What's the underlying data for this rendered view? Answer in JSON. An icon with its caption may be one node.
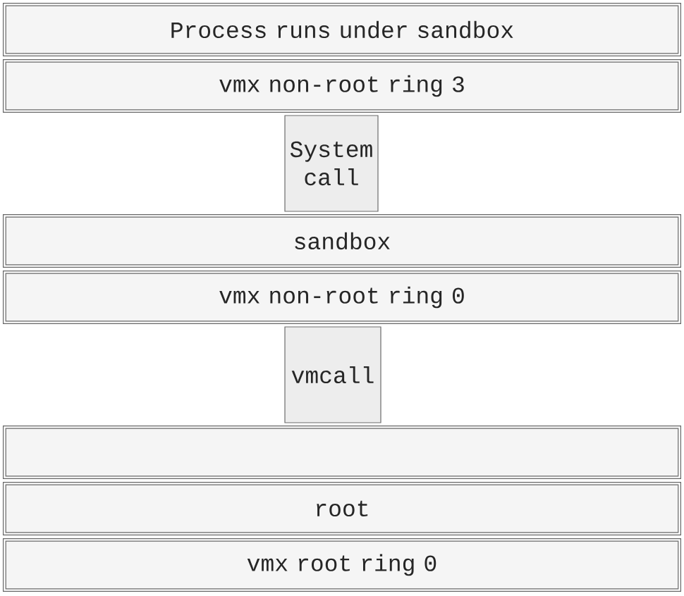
{
  "diagram": {
    "nodes": [
      {
        "text": [
          "Process runs under sandbox"
        ]
      },
      {
        "text": [
          "vmx non-root ring 3"
        ]
      },
      {
        "text": [
          "System call"
        ]
      },
      {
        "text": [
          "sandbox"
        ]
      },
      {
        "text": [
          "vmx non-root ring 0"
        ]
      },
      {
        "text": [
          "vmcall"
        ]
      },
      {
        "text": [],
        "shape": "box"
      },
      {
        "text": [
          "root"
        ]
      },
      {
        "text": [
          "vmx root ring 0"
        ]
      }
    ]
  }
}
